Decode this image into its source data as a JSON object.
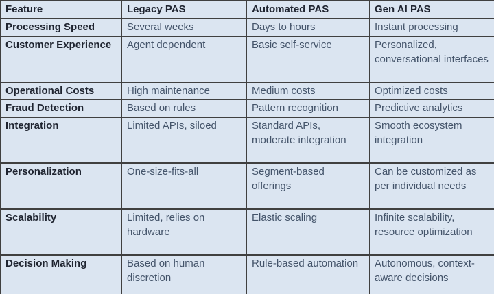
{
  "table": {
    "headers": [
      "Feature",
      "Legacy PAS",
      "Automated PAS",
      "Gen AI PAS"
    ],
    "rows": [
      [
        "Processing Speed",
        "Several weeks",
        "Days to hours",
        "Instant processing"
      ],
      [
        "Customer Experience",
        "Agent dependent",
        "Basic self-service",
        "Personalized, conversational interfaces"
      ],
      [
        "Operational Costs",
        "High maintenance",
        "Medium costs",
        "Optimized costs"
      ],
      [
        "Fraud Detection",
        "Based on rules",
        "Pattern recognition",
        "Predictive analytics"
      ],
      [
        "Integration",
        "Limited APIs, siloed",
        "Standard APIs, moderate integration",
        "Smooth ecosystem integration"
      ],
      [
        "Personalization",
        "One-size-fits-all",
        "Segment-based offerings",
        "Can be customized as per individual needs"
      ],
      [
        "Scalability",
        "Limited, relies on hardware",
        "Elastic scaling",
        "Infinite scalability, resource optimization"
      ],
      [
        "Decision Making",
        "Based on human discretion",
        "Rule-based automation",
        "Autonomous, context-aware decisions"
      ]
    ],
    "colors": {
      "background": "#dbe5f1",
      "border": "#404040",
      "header_text": "#1f2430",
      "body_text": "#44546a"
    }
  }
}
